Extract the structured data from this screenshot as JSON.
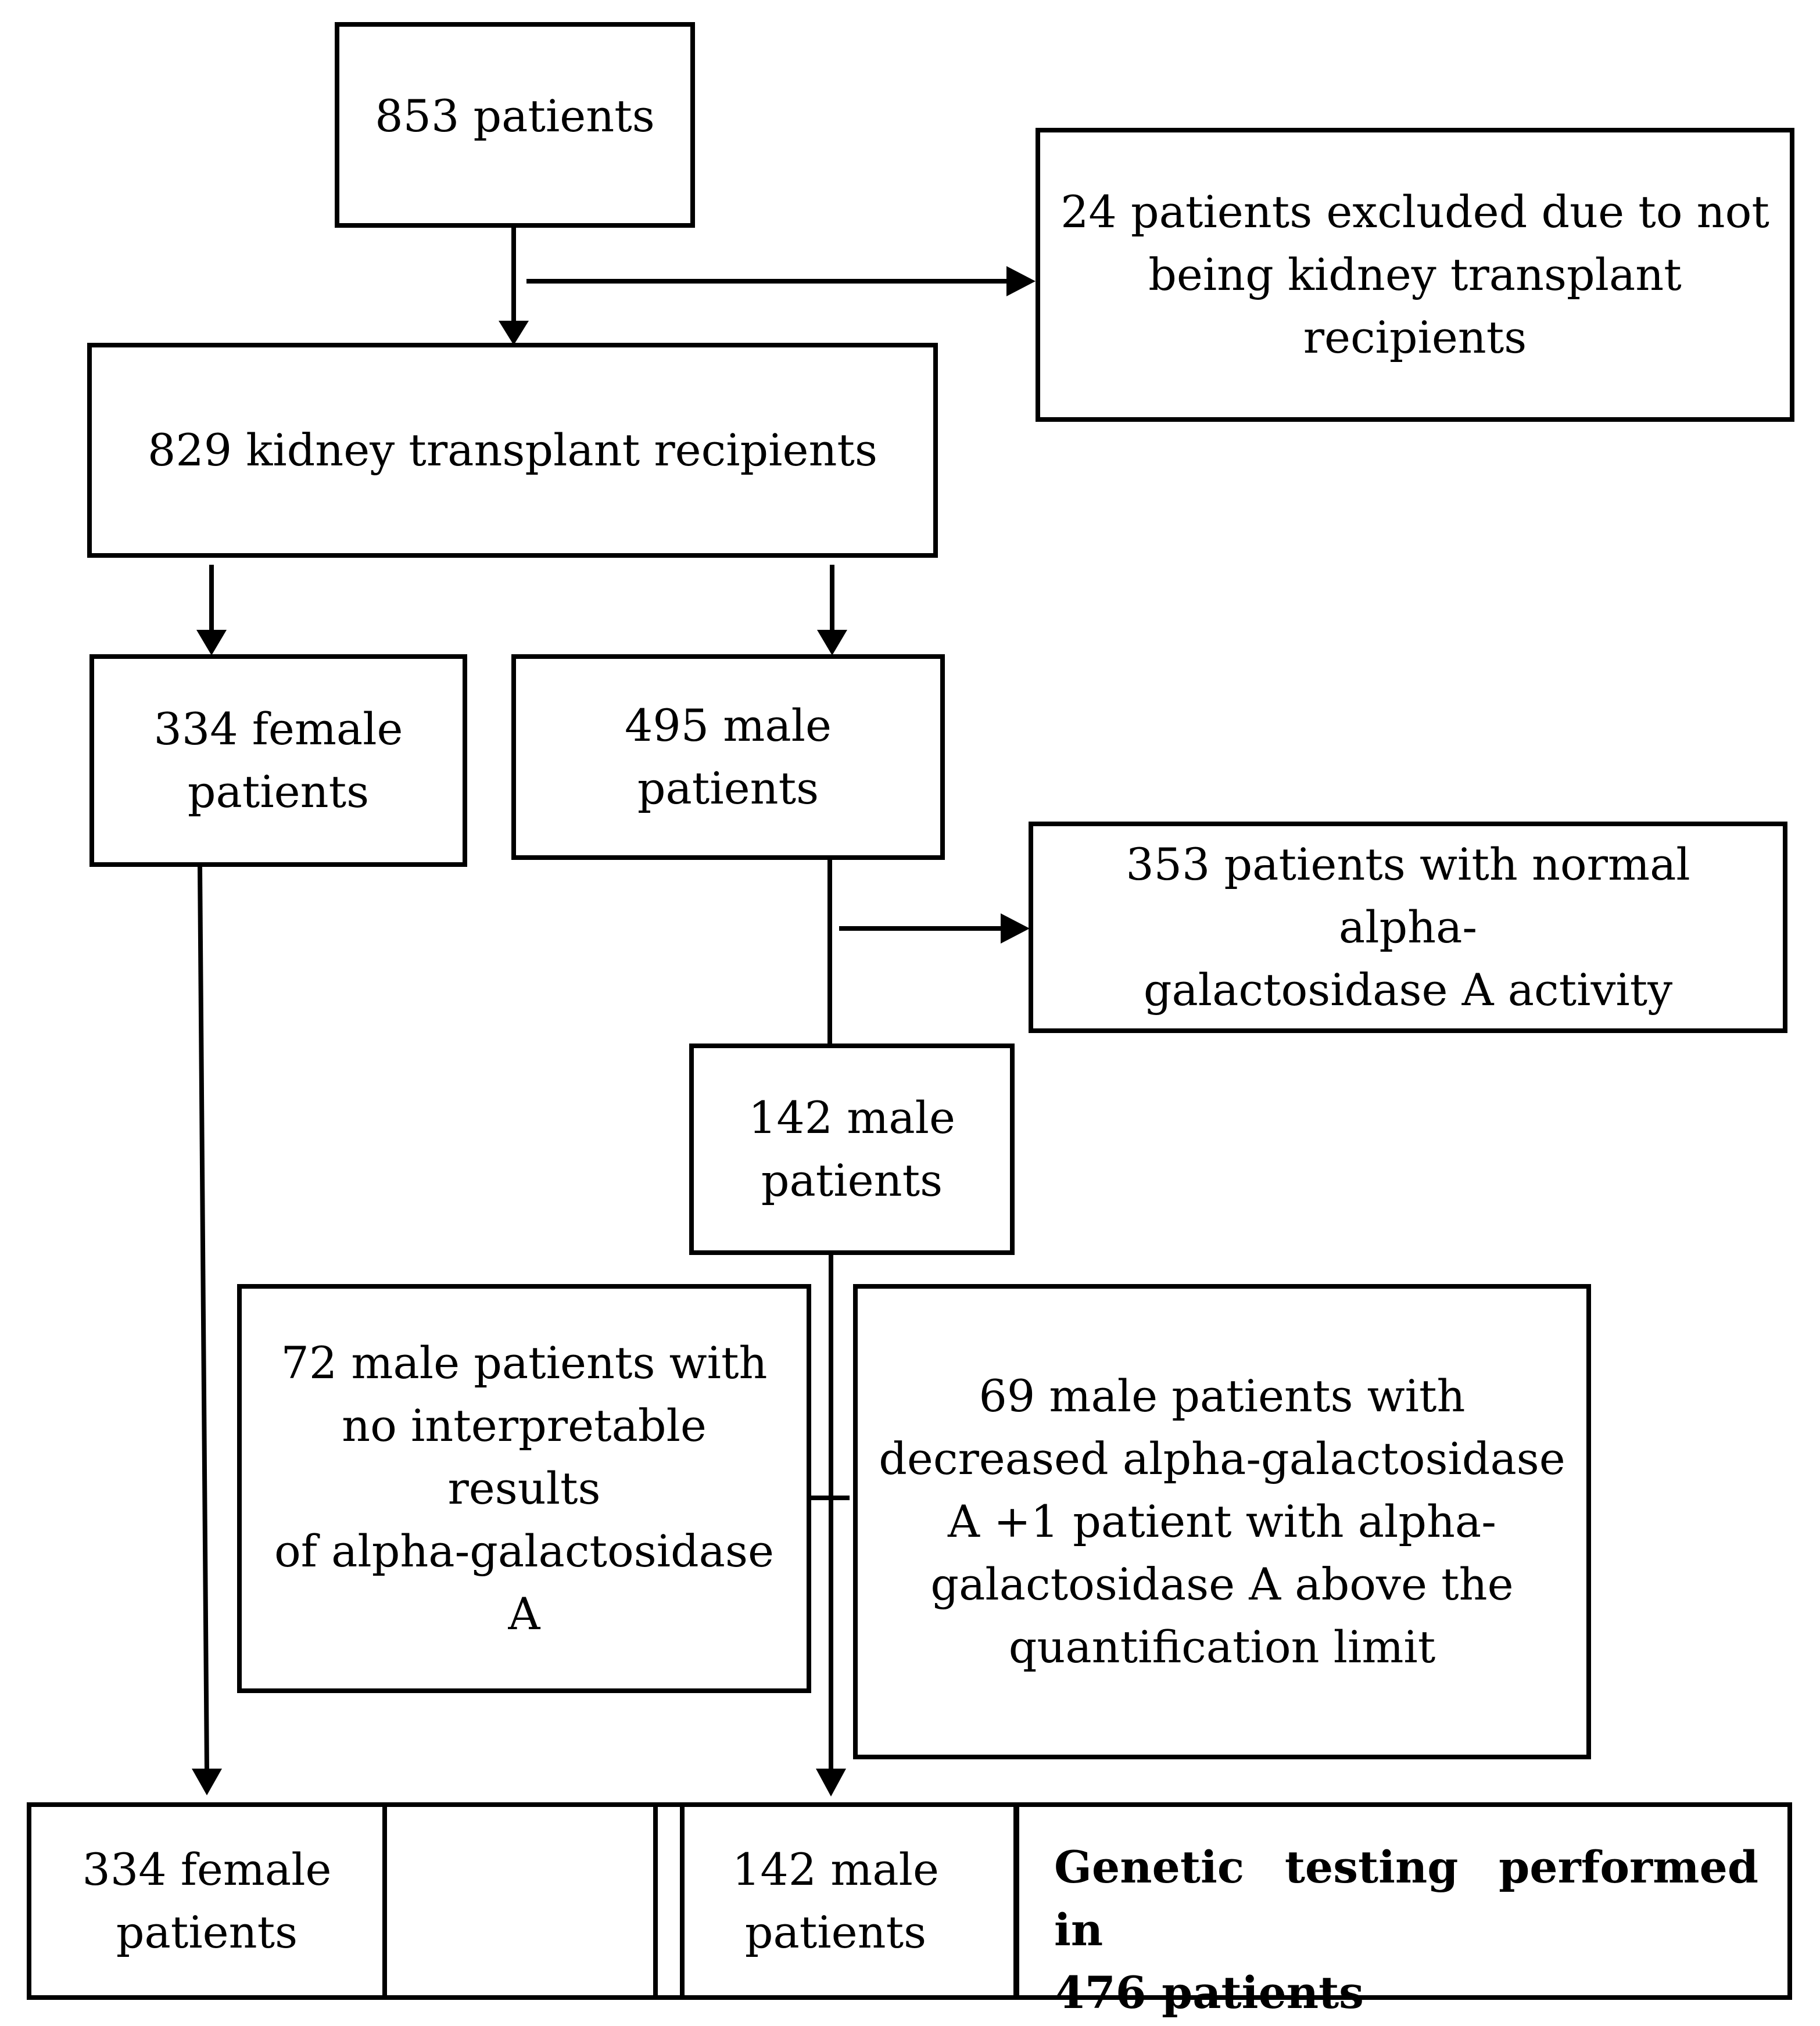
{
  "flowchart": {
    "start": {
      "line1": "853 patients"
    },
    "excluded": {
      "line1": "24 patients excluded due to not",
      "line2": "being kidney transplant",
      "line3": "recipients"
    },
    "recipients": {
      "line1": "829 kidney transplant recipients"
    },
    "female": {
      "line1": "334 female",
      "line2": "patients"
    },
    "male_total": {
      "line1": "495 male",
      "line2": "patients"
    },
    "normal_activity": {
      "line1": "353 patients with normal alpha-",
      "line2": "galactosidase A activity"
    },
    "male_remaining": {
      "line1": "142 male",
      "line2": "patients"
    },
    "no_interpretable": {
      "line1": "72 male patients with",
      "line2": "no interpretable results",
      "line3": "of alpha-galactosidase",
      "line4": "A"
    },
    "decreased": {
      "line1": "69 male patients with",
      "line2": "decreased alpha-galactosidase",
      "line3": "A +1 patient with alpha-",
      "line4": "galactosidase A above the",
      "line5": "quantification limit"
    },
    "bottom": {
      "female": {
        "line1": "334 female",
        "line2": "patients"
      },
      "male": {
        "line1": "142 male",
        "line2": "patients"
      },
      "genetic": {
        "line1": "Genetic testing performed in",
        "line2": "476 patients"
      }
    }
  }
}
